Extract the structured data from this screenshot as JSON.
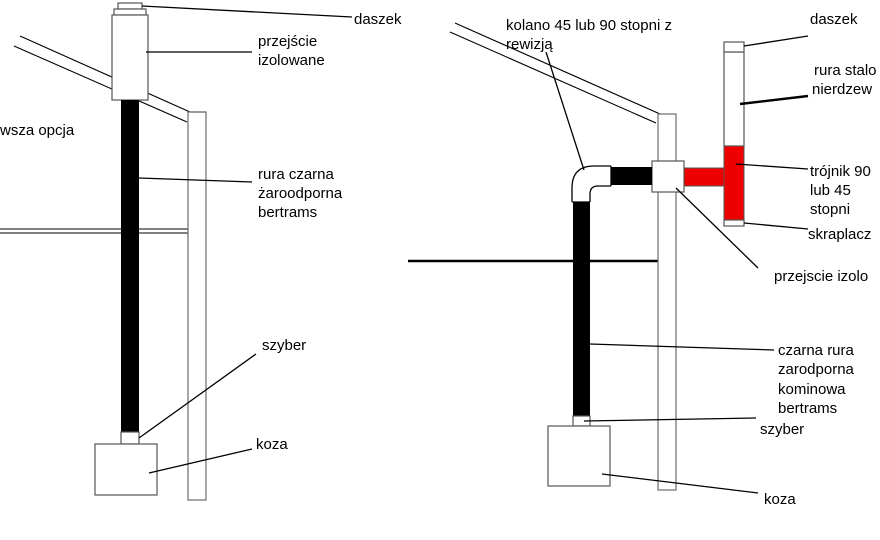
{
  "left": {
    "daszek": "daszek",
    "przejscie_line1": "przejście",
    "przejscie_line2": "izolowane",
    "opcja": "wsza opcja",
    "rura_line1": "rura czarna",
    "rura_line2": "żaroodporna",
    "rura_line3": "bertrams",
    "szyber": "szyber",
    "koza": "koza"
  },
  "right": {
    "kolano_line1": "kolano 45 lub 90 stopni z",
    "kolano_line2": "rewizją",
    "daszek": "daszek",
    "rura_stal_line1": "rura stalo",
    "rura_stal_line2": "nierdzew",
    "trojnik_line1": "trójnik 90",
    "trojnik_line2": "lub 45",
    "trojnik_line3": "stopni",
    "skraplacz": "skraplacz",
    "przejscie": "przejscie izolo",
    "czarna_line1": "czarna rura",
    "czarna_line2": "zarodporna",
    "czarna_line3": "kominowa",
    "czarna_line4": "bertrams",
    "szyber": "szyber",
    "koza": "koza"
  },
  "colors": {
    "black_pipe": "#000000",
    "red_part": "#ee0000",
    "wall": "#6b6b6b"
  }
}
